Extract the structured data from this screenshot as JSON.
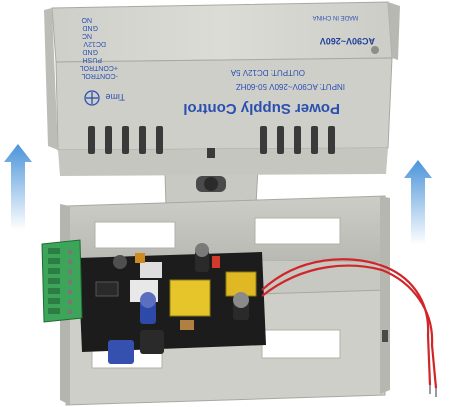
{
  "product": {
    "title": "Power Supply Control",
    "input_spec": "INPUT:  AC90V~260V 50-60HZ",
    "output_spec": "OUTPUT:  DC12V 5A",
    "ac_range": "AC90V~260V",
    "origin": "MADE IN CHINA",
    "time_label": "Time"
  },
  "terminals": [
    "NO",
    "GND",
    "NC",
    "DC12V",
    "GND",
    "PUSH",
    "+CONTROL",
    "-CONTROL"
  ],
  "colors": {
    "lid": "#d4d4cf",
    "lid_side": "#c3c3be",
    "label_text": "#2a4fb0",
    "arrow": "#5aa0e0",
    "terminal_block": "#3da55a",
    "pcb": "#1a1a1a",
    "wire_red": "#d0262a"
  },
  "icons": [
    "up-arrow-icon",
    "potentiometer-icon"
  ]
}
